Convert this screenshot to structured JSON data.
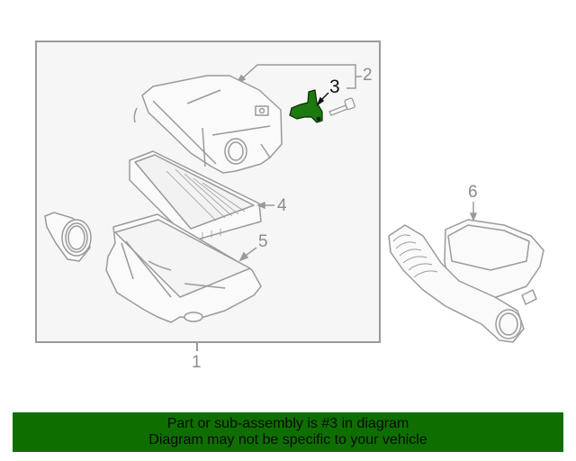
{
  "diagram": {
    "title": "Air cleaner assembly parts diagram",
    "highlighted_part": "3",
    "colors": {
      "line": "#9a9a9a",
      "box_fill": "#f6f6f6",
      "highlight": "#1c7a10",
      "banner": "#0f6e00"
    },
    "callouts": [
      {
        "id": "1",
        "label": "1",
        "part": "air-cleaner-assembly"
      },
      {
        "id": "2",
        "label": "2",
        "part": "air-cleaner-cover"
      },
      {
        "id": "3",
        "label": "3",
        "part": "mass-air-flow-sensor-bracket"
      },
      {
        "id": "4",
        "label": "4",
        "part": "air-filter-element"
      },
      {
        "id": "5",
        "label": "5",
        "part": "air-cleaner-housing"
      },
      {
        "id": "6",
        "label": "6",
        "part": "air-intake-hose"
      }
    ]
  },
  "banner": {
    "line1": "Part or sub-assembly is #3 in diagram",
    "line2": "Diagram may not be specific to your vehicle"
  }
}
